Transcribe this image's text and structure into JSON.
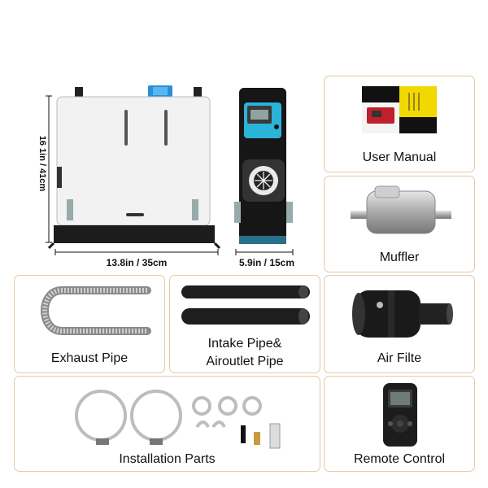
{
  "heater": {
    "height_label": "16 1in / 41cm",
    "width_label": "13.8in / 35cm",
    "depth_label": "5.9in / 15cm"
  },
  "items": {
    "user_manual": "User Manual",
    "muffler": "Muffler",
    "exhaust_pipe": "Exhaust Pipe",
    "intake_pipe_line1": "Intake Pipe&",
    "intake_pipe_line2": "Airoutlet Pipe",
    "air_filter": "Air Filte",
    "installation_parts": "Installation Parts",
    "remote_control": "Remote Control"
  }
}
